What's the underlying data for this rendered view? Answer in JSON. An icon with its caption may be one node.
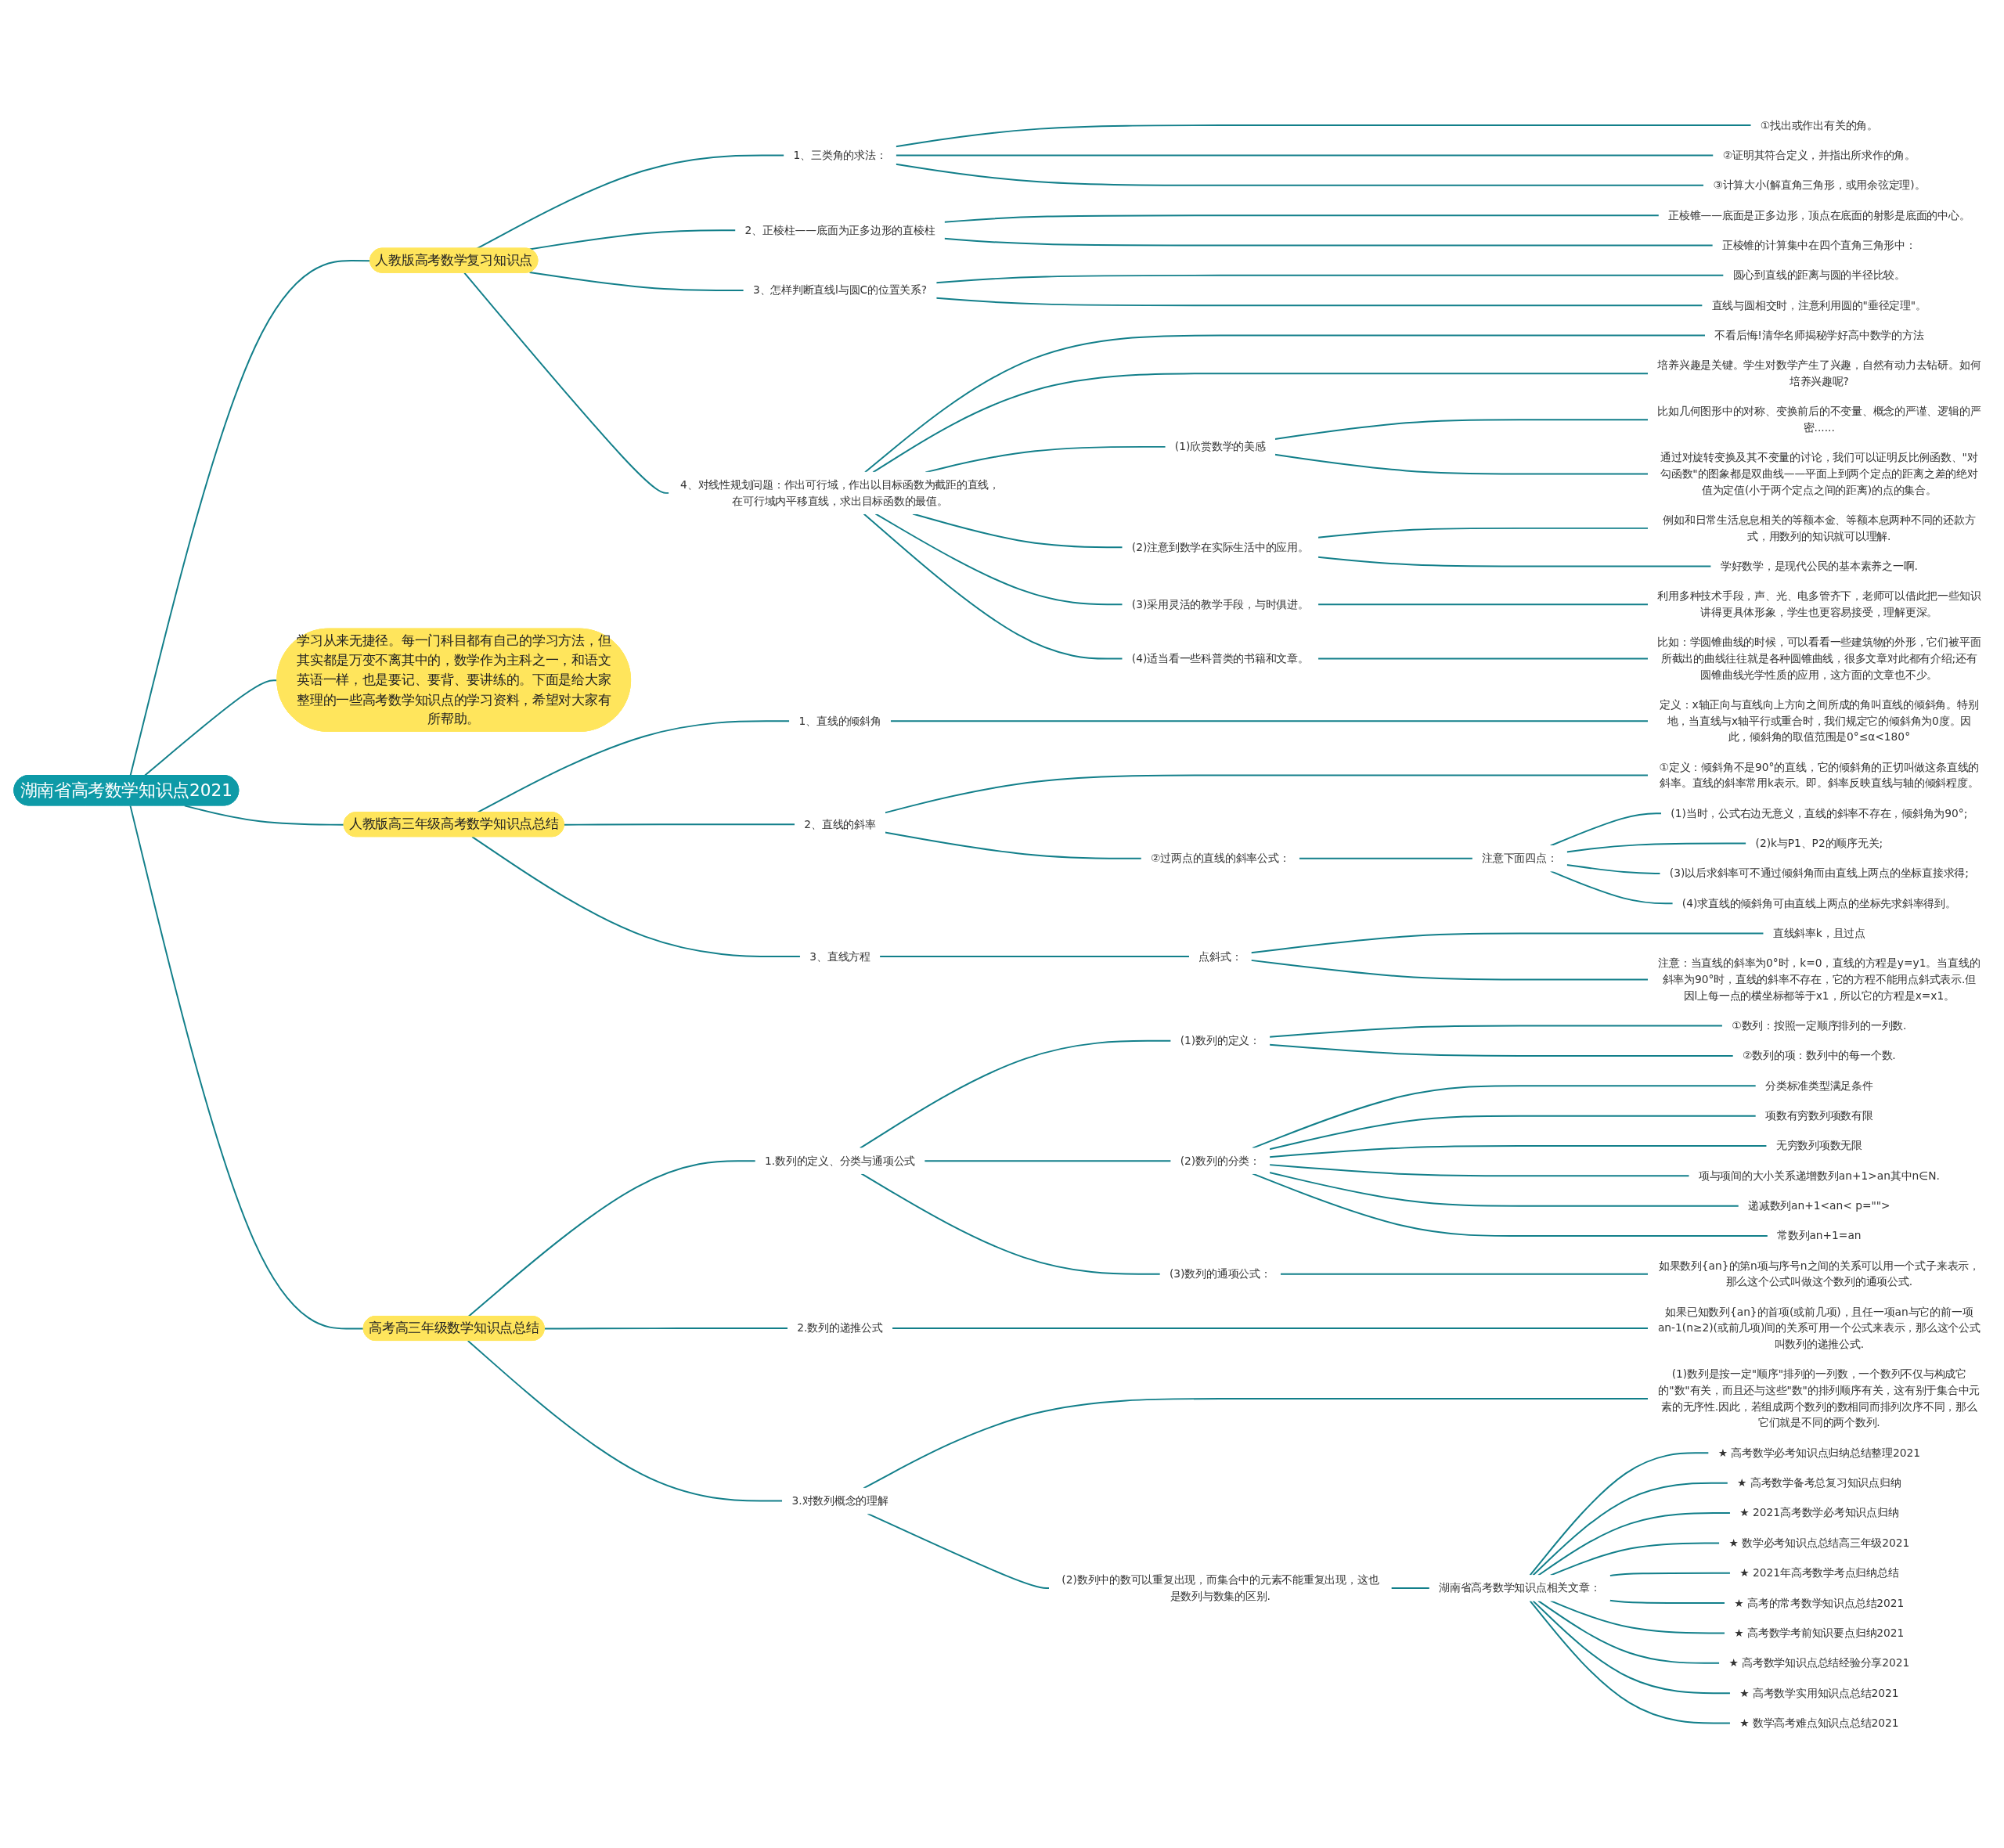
{
  "diagram": {
    "nodes": [
      {
        "text": [
          "湖南省高考数学知识点2021"
        ]
      },
      {
        "text": [
          "人教版高考数学复习知识点"
        ]
      },
      {
        "text": [
          "1、三类角的求法："
        ]
      },
      {
        "text": [
          "①找出或作出有关的角。"
        ]
      },
      {
        "text": [
          "②证明其符合定义，并指出所求作的角。"
        ]
      },
      {
        "text": [
          "③计算大小(解直角三角形，或用余弦定理)。"
        ]
      },
      {
        "text": [
          "2、正棱柱——底面为正多边形的直棱柱"
        ]
      },
      {
        "text": [
          "正棱锥——底面是正多边形，顶点在底面的射影是底面的中心。"
        ]
      },
      {
        "text": [
          "正棱锥的计算集中在四个直角三角形中："
        ]
      },
      {
        "text": [
          "3、怎样判断直线l与圆C的位置关系?"
        ]
      },
      {
        "text": [
          "圆心到直线的距离与圆的半径比较。"
        ]
      },
      {
        "text": [
          "直线与圆相交时，注意利用圆的\"垂径定理\"。"
        ]
      },
      {
        "text": [
          "4、对线性规划问题：作出可行域，作出以目标函数为截距的直线，在可行域内平移直线，求出目标函数的最值。"
        ]
      },
      {
        "text": [
          "不看后悔!清华名师揭秘学好高中数学的方法"
        ]
      },
      {
        "text": [
          "培养兴趣是关键。学生对数学产生了兴趣，自然有动力去钻研。如何培养兴趣呢?"
        ]
      },
      {
        "text": [
          "(1)欣赏数学的美感"
        ]
      },
      {
        "text": [
          "比如几何图形中的对称、变换前后的不变量、概念的严谨、逻辑的严密......"
        ]
      },
      {
        "text": [
          "通过对旋转变换及其不变量的讨论，我们可以证明反比例函数、\"对勾函数\"的图象都是双曲线——平面上到两个定点的距离之差的绝对值为定值(小于两个定点之间的距离)的点的集合。"
        ]
      },
      {
        "text": [
          "(2)注意到数学在实际生活中的应用。"
        ]
      },
      {
        "text": [
          "例如和日常生活息息相关的等额本金、等额本息两种不同的还款方式，用数列的知识就可以理解."
        ]
      },
      {
        "text": [
          "学好数学，是现代公民的基本素养之一啊."
        ]
      },
      {
        "text": [
          "(3)采用灵活的教学手段，与时俱进。"
        ]
      },
      {
        "text": [
          "利用多种技术手段，声、光、电多管齐下，老师可以借此把一些知识讲得更具体形象，学生也更容易接受，理解更深。"
        ]
      },
      {
        "text": [
          "(4)适当看一些科普类的书籍和文章。"
        ]
      },
      {
        "text": [
          "比如：学圆锥曲线的时候，可以看看一些建筑物的外形，它们被平面所截出的曲线往往就是各种圆锥曲线，很多文章对此都有介绍;还有圆锥曲线光学性质的应用，这方面的文章也不少。"
        ]
      },
      {
        "text": [
          "学习从来无捷径。每一门科目都有自己的学习方法，但其实都是万变不离其中的，数学作为主科之一，和语文英语一样，也是要记、要背、要讲练的。下面是给大家整理的一些高考数学知识点的学习资料，希望对大家有所帮助。"
        ]
      },
      {
        "text": [
          "人教版高三年级高考数学知识点总结"
        ]
      },
      {
        "text": [
          "1、直线的倾斜角"
        ]
      },
      {
        "text": [
          "定义：x轴正向与直线向上方向之间所成的角叫直线的倾斜角。特别地，当直线与x轴平行或重合时，我们规定它的倾斜角为0度。因此，倾斜角的取值范围是0°≤α<180°"
        ]
      },
      {
        "text": [
          "2、直线的斜率"
        ]
      },
      {
        "text": [
          "①定义：倾斜角不是90°的直线，它的倾斜角的正切叫做这条直线的斜率。直线的斜率常用k表示。即。斜率反映直线与轴的倾斜程度。"
        ]
      },
      {
        "text": [
          "②过两点的直线的斜率公式："
        ]
      },
      {
        "text": [
          "注意下面四点："
        ]
      },
      {
        "text": [
          "(1)当时，公式右边无意义，直线的斜率不存在，倾斜角为90°;"
        ]
      },
      {
        "text": [
          "(2)k与P1、P2的顺序无关;"
        ]
      },
      {
        "text": [
          "(3)以后求斜率可不通过倾斜角而由直线上两点的坐标直接求得;"
        ]
      },
      {
        "text": [
          "(4)求直线的倾斜角可由直线上两点的坐标先求斜率得到。"
        ]
      },
      {
        "text": [
          "3、直线方程"
        ]
      },
      {
        "text": [
          "点斜式："
        ]
      },
      {
        "text": [
          "直线斜率k，且过点"
        ]
      },
      {
        "text": [
          "注意：当直线的斜率为0°时，k=0，直线的方程是y=y1。当直线的斜率为90°时，直线的斜率不存在，它的方程不能用点斜式表示.但因l上每一点的横坐标都等于x1，所以它的方程是x=x1。"
        ]
      },
      {
        "text": [
          "高考高三年级数学知识点总结"
        ]
      },
      {
        "text": [
          "1.数列的定义、分类与通项公式"
        ]
      },
      {
        "text": [
          "(1)数列的定义："
        ]
      },
      {
        "text": [
          "①数列：按照一定顺序排列的一列数."
        ]
      },
      {
        "text": [
          "②数列的项：数列中的每一个数."
        ]
      },
      {
        "text": [
          "(2)数列的分类："
        ]
      },
      {
        "text": [
          "分类标准类型满足条件"
        ]
      },
      {
        "text": [
          "项数有穷数列项数有限"
        ]
      },
      {
        "text": [
          "无穷数列项数无限"
        ]
      },
      {
        "text": [
          "项与项间的大小关系递增数列an+1>an其中n∈N."
        ]
      },
      {
        "text": [
          "递减数列an+1<an< p=\"\">"
        ]
      },
      {
        "text": [
          "常数列an+1=an"
        ]
      },
      {
        "text": [
          "(3)数列的通项公式："
        ]
      },
      {
        "text": [
          "如果数列{an}的第n项与序号n之间的关系可以用一个式子来表示，那么这个公式叫做这个数列的通项公式."
        ]
      },
      {
        "text": [
          "2.数列的递推公式"
        ]
      },
      {
        "text": [
          "如果已知数列{an}的首项(或前几项)，且任一项an与它的前一项an-1(n≥2)(或前几项)间的关系可用一个公式来表示，那么这个公式叫数列的递推公式."
        ]
      },
      {
        "text": [
          "3.对数列概念的理解"
        ]
      },
      {
        "text": [
          "(1)数列是按一定\"顺序\"排列的一列数，一个数列不仅与构成它的\"数\"有关，而且还与这些\"数\"的排列顺序有关，这有别于集合中元素的无序性.因此，若组成两个数列的数相同而排列次序不同，那么它们就是不同的两个数列."
        ]
      },
      {
        "text": [
          "(2)数列中的数可以重复出现，而集合中的元素不能重复出现，这也是数列与数集的区别."
        ]
      },
      {
        "text": [
          "湖南省高考数学知识点相关文章："
        ]
      },
      {
        "text": [
          "★ 高考数学必考知识点归纳总结整理2021"
        ]
      },
      {
        "text": [
          "★ 高考数学备考总复习知识点归纳"
        ]
      },
      {
        "text": [
          "★ 2021高考数学必考知识点归纳"
        ]
      },
      {
        "text": [
          "★ 数学必考知识点总结高三年级2021"
        ]
      },
      {
        "text": [
          "★ 2021年高考数学考点归纳总结"
        ]
      },
      {
        "text": [
          "★ 高考的常考数学知识点总结2021"
        ]
      },
      {
        "text": [
          "★ 高考数学考前知识要点归纳2021"
        ]
      },
      {
        "text": [
          "★ 高考数学知识点总结经验分享2021"
        ]
      },
      {
        "text": [
          "★ 高考数学实用知识点总结2021"
        ]
      },
      {
        "text": [
          "★ 数学高考难点知识点总结2021"
        ]
      }
    ],
    "edges": [
      {
        "from": 0,
        "to": 1,
        "arrow": "none"
      },
      {
        "from": 1,
        "to": 2,
        "arrow": "none"
      },
      {
        "from": 2,
        "to": 3,
        "arrow": "none"
      },
      {
        "from": 2,
        "to": 4,
        "arrow": "none"
      },
      {
        "from": 2,
        "to": 5,
        "arrow": "none"
      },
      {
        "from": 1,
        "to": 6,
        "arrow": "none"
      },
      {
        "from": 6,
        "to": 7,
        "arrow": "none"
      },
      {
        "from": 6,
        "to": 8,
        "arrow": "none"
      },
      {
        "from": 1,
        "to": 9,
        "arrow": "none"
      },
      {
        "from": 9,
        "to": 10,
        "arrow": "none"
      },
      {
        "from": 9,
        "to": 11,
        "arrow": "none"
      },
      {
        "from": 1,
        "to": 12,
        "arrow": "none"
      },
      {
        "from": 12,
        "to": 13,
        "arrow": "none"
      },
      {
        "from": 12,
        "to": 14,
        "arrow": "none"
      },
      {
        "from": 12,
        "to": 15,
        "arrow": "none"
      },
      {
        "from": 15,
        "to": 16,
        "arrow": "none"
      },
      {
        "from": 15,
        "to": 17,
        "arrow": "none"
      },
      {
        "from": 12,
        "to": 18,
        "arrow": "none"
      },
      {
        "from": 18,
        "to": 19,
        "arrow": "none"
      },
      {
        "from": 18,
        "to": 20,
        "arrow": "none"
      },
      {
        "from": 12,
        "to": 21,
        "arrow": "none"
      },
      {
        "from": 21,
        "to": 22,
        "arrow": "none"
      },
      {
        "from": 12,
        "to": 23,
        "arrow": "none"
      },
      {
        "from": 23,
        "to": 24,
        "arrow": "none"
      },
      {
        "from": 0,
        "to": 25,
        "arrow": "none"
      },
      {
        "from": 0,
        "to": 26,
        "arrow": "none"
      },
      {
        "from": 26,
        "to": 27,
        "arrow": "none"
      },
      {
        "from": 27,
        "to": 28,
        "arrow": "none"
      },
      {
        "from": 26,
        "to": 29,
        "arrow": "none"
      },
      {
        "from": 29,
        "to": 30,
        "arrow": "none"
      },
      {
        "from": 29,
        "to": 31,
        "arrow": "none"
      },
      {
        "from": 31,
        "to": 32,
        "arrow": "none"
      },
      {
        "from": 32,
        "to": 33,
        "arrow": "none"
      },
      {
        "from": 32,
        "to": 34,
        "arrow": "none"
      },
      {
        "from": 32,
        "to": 35,
        "arrow": "none"
      },
      {
        "from": 32,
        "to": 36,
        "arrow": "none"
      },
      {
        "from": 26,
        "to": 37,
        "arrow": "none"
      },
      {
        "from": 37,
        "to": 38,
        "arrow": "none"
      },
      {
        "from": 38,
        "to": 39,
        "arrow": "none"
      },
      {
        "from": 38,
        "to": 40,
        "arrow": "none"
      },
      {
        "from": 0,
        "to": 41,
        "arrow": "none"
      },
      {
        "from": 41,
        "to": 42,
        "arrow": "none"
      },
      {
        "from": 42,
        "to": 43,
        "arrow": "none"
      },
      {
        "from": 43,
        "to": 44,
        "arrow": "none"
      },
      {
        "from": 43,
        "to": 45,
        "arrow": "none"
      },
      {
        "from": 42,
        "to": 46,
        "arrow": "none"
      },
      {
        "from": 46,
        "to": 47,
        "arrow": "none"
      },
      {
        "from": 46,
        "to": 48,
        "arrow": "none"
      },
      {
        "from": 46,
        "to": 49,
        "arrow": "none"
      },
      {
        "from": 46,
        "to": 50,
        "arrow": "none"
      },
      {
        "from": 46,
        "to": 51,
        "arrow": "none"
      },
      {
        "from": 46,
        "to": 52,
        "arrow": "none"
      },
      {
        "from": 42,
        "to": 53,
        "arrow": "none"
      },
      {
        "from": 53,
        "to": 54,
        "arrow": "none"
      },
      {
        "from": 41,
        "to": 55,
        "arrow": "none"
      },
      {
        "from": 55,
        "to": 56,
        "arrow": "none"
      },
      {
        "from": 41,
        "to": 57,
        "arrow": "none"
      },
      {
        "from": 57,
        "to": 58,
        "arrow": "none"
      },
      {
        "from": 57,
        "to": 59,
        "arrow": "none"
      },
      {
        "from": 59,
        "to": 60,
        "arrow": "none"
      },
      {
        "from": 60,
        "to": 61,
        "arrow": "none"
      },
      {
        "from": 60,
        "to": 62,
        "arrow": "none"
      },
      {
        "from": 60,
        "to": 63,
        "arrow": "none"
      },
      {
        "from": 60,
        "to": 64,
        "arrow": "none"
      },
      {
        "from": 60,
        "to": 65,
        "arrow": "none"
      },
      {
        "from": 60,
        "to": 66,
        "arrow": "none"
      },
      {
        "from": 60,
        "to": 67,
        "arrow": "none"
      },
      {
        "from": 60,
        "to": 68,
        "arrow": "none"
      },
      {
        "from": 60,
        "to": 69,
        "arrow": "none"
      },
      {
        "from": 60,
        "to": 70,
        "arrow": "none"
      }
    ]
  }
}
